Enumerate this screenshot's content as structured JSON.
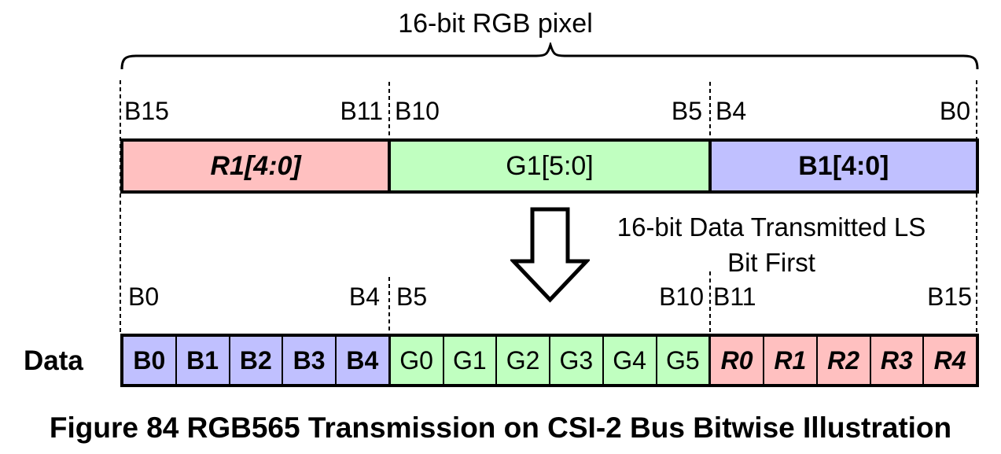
{
  "title": "16-bit RGB pixel",
  "note": {
    "line1": "16-bit Data Transmitted LS",
    "line2": "Bit First"
  },
  "row_label": "Data",
  "caption": "Figure 84 RGB565 Transmission on CSI-2 Bus Bitwise Illustration",
  "colors": {
    "red": "#FFC0C0",
    "green": "#C0FFC0",
    "blue": "#C0C0FF",
    "line": "#000000"
  },
  "pixel_bar": {
    "bit_labels": [
      "B15",
      "B11",
      "B10",
      "B5",
      "B4",
      "B0"
    ],
    "segments": [
      {
        "label": "R1[4:0]",
        "bits": 5
      },
      {
        "label": "G1[5:0]",
        "bits": 6
      },
      {
        "label": "B1[4:0]",
        "bits": 5
      }
    ]
  },
  "data_bar": {
    "bit_labels": [
      "B0",
      "B4",
      "B5",
      "B10",
      "B11",
      "B15"
    ],
    "blue_cells": [
      "B0",
      "B1",
      "B2",
      "B3",
      "B4"
    ],
    "green_cells": [
      "G0",
      "G1",
      "G2",
      "G3",
      "G4",
      "G5"
    ],
    "red_cells": [
      "R0",
      "R1",
      "R2",
      "R3",
      "R4"
    ]
  }
}
